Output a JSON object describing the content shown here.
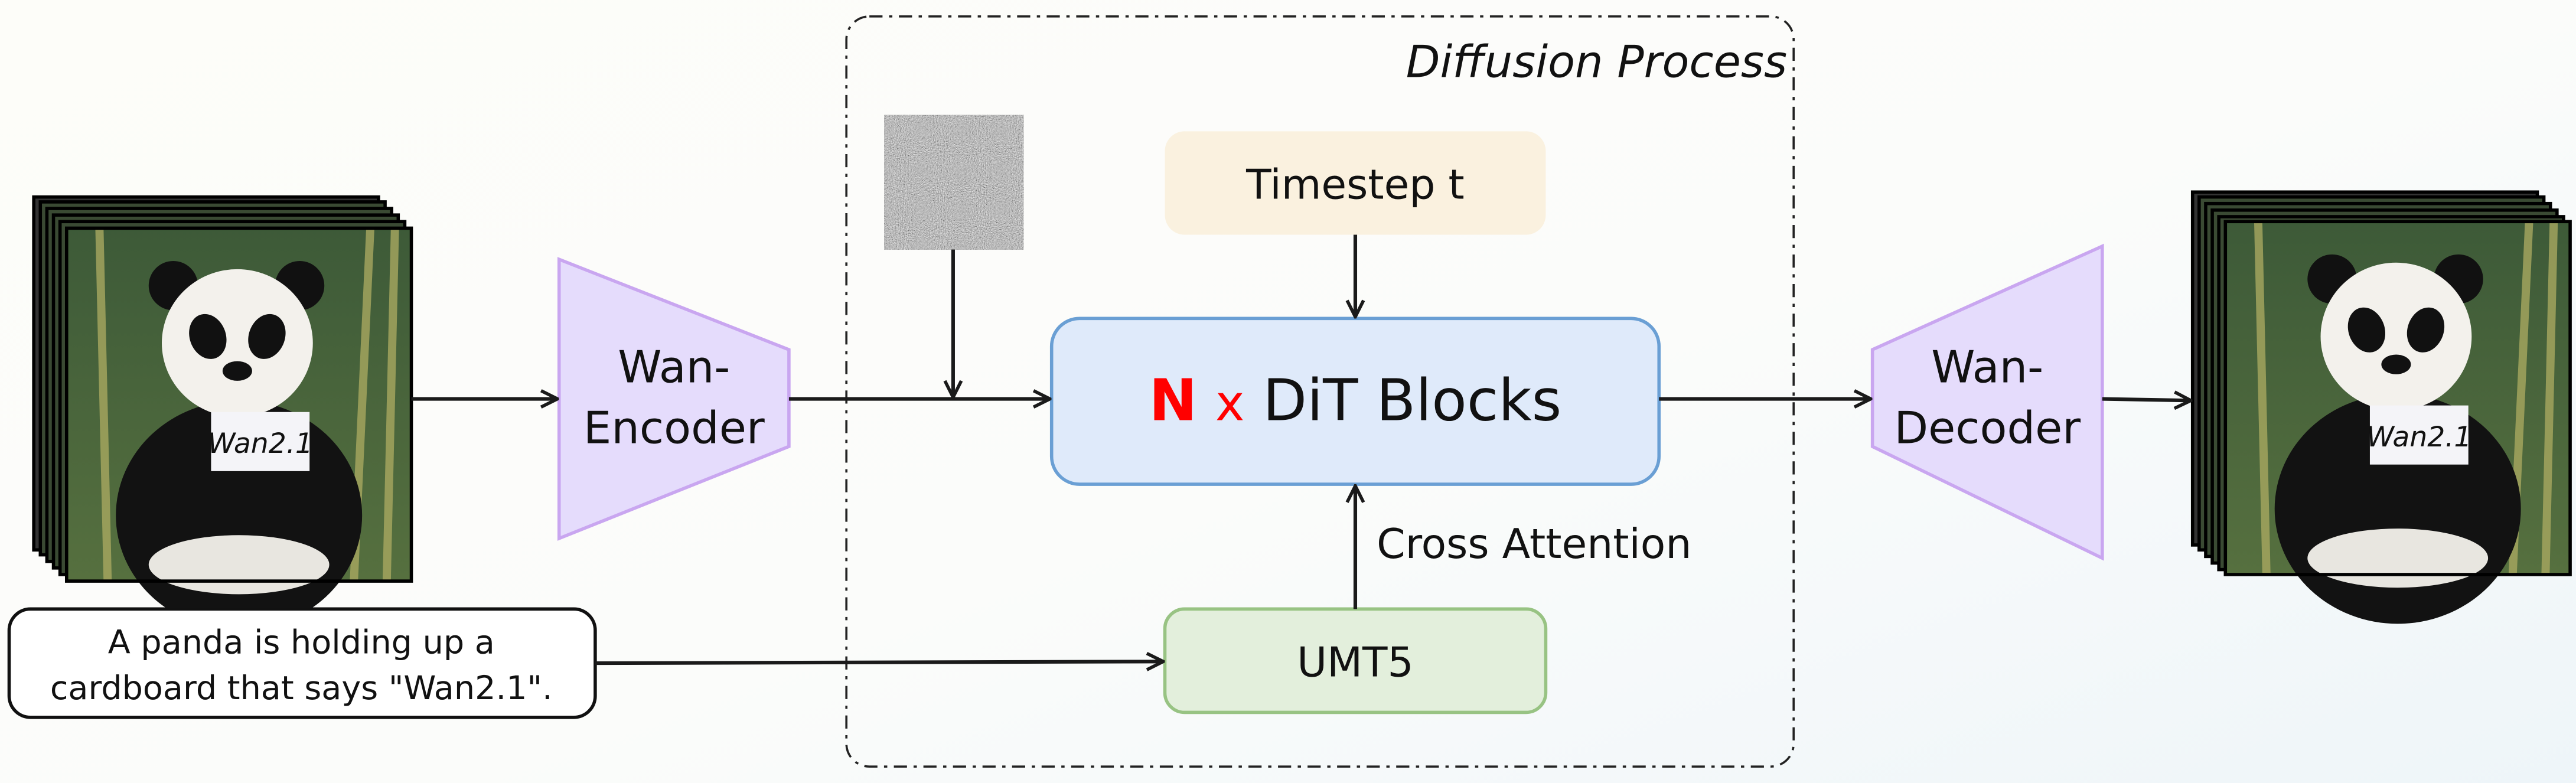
{
  "diagram": {
    "group_label": "Diffusion Process",
    "encoder_label": [
      "Wan-",
      "Encoder"
    ],
    "decoder_label": [
      "Wan-",
      "Decoder"
    ],
    "timestep_label": "Timestep t",
    "dit_label": {
      "n": "N",
      "x": "x",
      "rest": "DiT Blocks"
    },
    "text_encoder_label": "UMT5",
    "cross_attention_label": "Cross Attention",
    "prompt": [
      "A panda is holding up a",
      "cardboard that says \"Wan2.1\"."
    ],
    "sign_text": "Wan2.1",
    "colors": {
      "encoder_fill": "#e5dcfc",
      "encoder_stroke": "#c9a6f0",
      "timestep_fill": "#faf1df",
      "dit_fill": "#dfeafa",
      "dit_stroke": "#6a9fd4",
      "umt5_fill": "#e3efdc",
      "umt5_stroke": "#98c383",
      "n_highlight": "#ff0000"
    }
  }
}
